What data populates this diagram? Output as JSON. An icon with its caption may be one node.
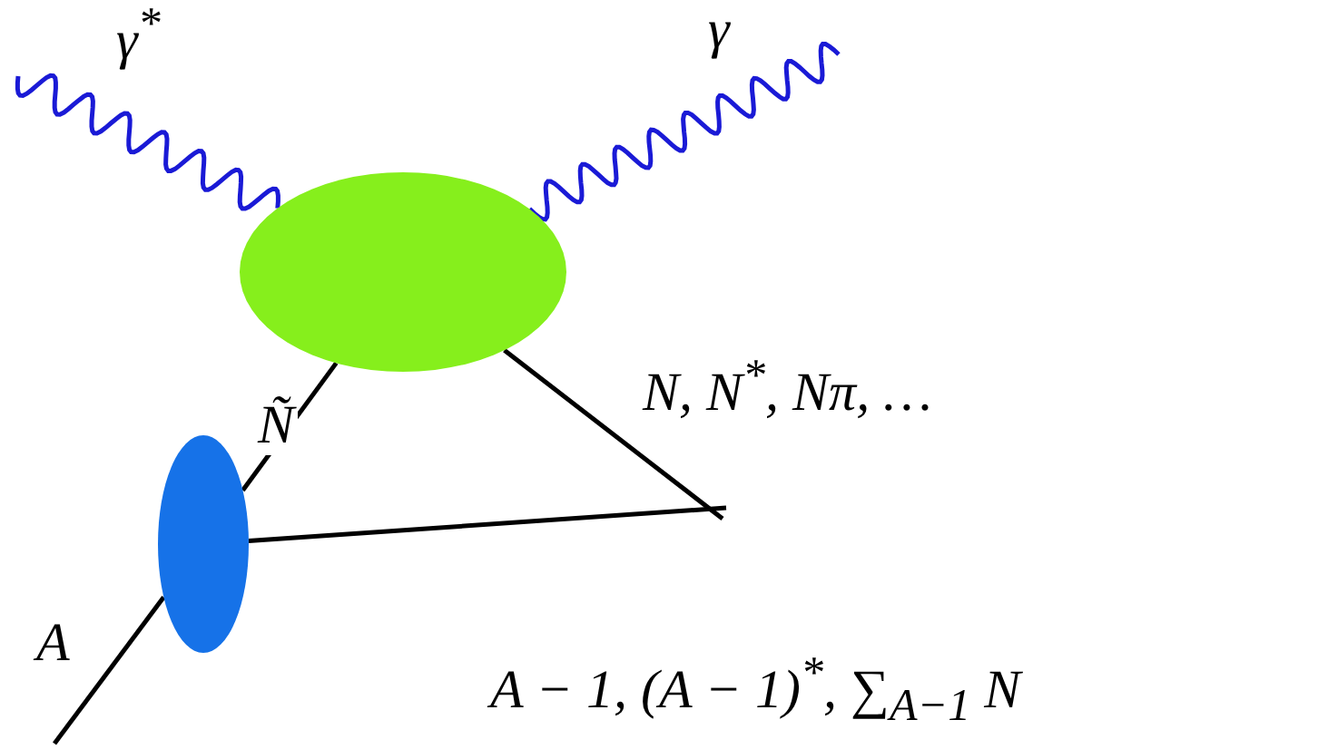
{
  "diagram": {
    "nodes": [
      {
        "text": [],
        "shape": "ellipse"
      },
      {
        "text": [],
        "shape": "ellipse"
      }
    ],
    "edges": [
      {
        "from": null,
        "to": 0,
        "arrow": "none",
        "label": "γ$^{*}$",
        "color": "#1a1ad6"
      },
      {
        "from": 0,
        "to": null,
        "arrow": "none",
        "label": "γ",
        "color": "#1a1ad6"
      },
      {
        "from": 1,
        "to": 0,
        "arrow": "none",
        "label": "Ñ"
      },
      {
        "from": 0,
        "to": null,
        "arrow": "none",
        "label": "N, N$^{*}$, Nπ, …"
      },
      {
        "from": null,
        "to": 1,
        "arrow": "none",
        "label": "A"
      },
      {
        "from": 1,
        "to": null,
        "arrow": "none",
        "label": "A − 1, (A − 1)$^{*}$, ∑$_{A−1}$ N"
      }
    ]
  }
}
